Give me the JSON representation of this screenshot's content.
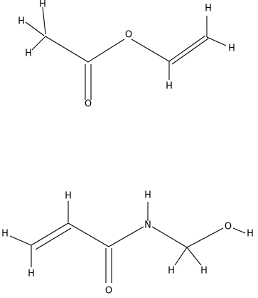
{
  "molecules": [
    {
      "id": "vinyl-acetate",
      "atoms": [
        {
          "id": "h1",
          "label": "H"
        },
        {
          "id": "h2",
          "label": "H"
        },
        {
          "id": "h3",
          "label": "H"
        },
        {
          "id": "o-ester",
          "label": "O"
        },
        {
          "id": "o-carbonyl",
          "label": "O"
        },
        {
          "id": "h4",
          "label": "H"
        },
        {
          "id": "h5",
          "label": "H"
        },
        {
          "id": "h6",
          "label": "H"
        }
      ]
    },
    {
      "id": "n-methylolacrylamide",
      "atoms": [
        {
          "id": "h7",
          "label": "H"
        },
        {
          "id": "h8",
          "label": "H"
        },
        {
          "id": "h9",
          "label": "H"
        },
        {
          "id": "h10",
          "label": "H"
        },
        {
          "id": "n",
          "label": "N"
        },
        {
          "id": "o-amide",
          "label": "O"
        },
        {
          "id": "o-hydroxyl",
          "label": "O"
        },
        {
          "id": "h-oh",
          "label": "H"
        },
        {
          "id": "h11",
          "label": "H"
        },
        {
          "id": "h12",
          "label": "H"
        }
      ]
    }
  ]
}
